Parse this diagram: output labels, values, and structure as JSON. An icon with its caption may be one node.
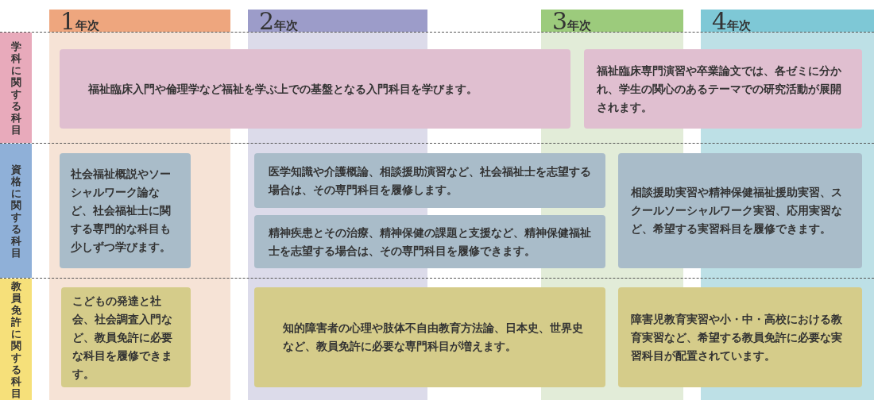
{
  "diagram": {
    "nodes": [
      {
        "text": [
          "1年次"
        ]
      },
      {
        "text": [
          "2年次"
        ]
      },
      {
        "text": [
          "3年次"
        ]
      },
      {
        "text": [
          "4年次"
        ]
      },
      {
        "text": [
          "学科に関する科目"
        ]
      },
      {
        "text": [
          "福祉臨床入門や倫理学など福祉を学ぶ上での基盤となる入門科目を学びます。"
        ]
      },
      {
        "text": [
          "福祉臨床専門演習や卒業論文では、各ゼミに分かれ、学生の関心のあるテーマでの研究活動が展開されます。"
        ]
      },
      {
        "text": [
          "資格に関する科目"
        ]
      },
      {
        "text": [
          "社会福祉概説やソーシャルワーク論など、社会福祉士に関する専門的な科目も少しずつ学びます。"
        ]
      },
      {
        "text": [
          "医学知識や介護概論、相談援助演習など、社会福祉士を志望する場合は、その専門科目を履修します。"
        ]
      },
      {
        "text": [
          "精神疾患とその治療、精神保健の課題と支援など、精神保健福祉士を志望する場合は、その専門科目を履修できます。"
        ]
      },
      {
        "text": [
          "相談援助実習や精神保健福祉援助実習、スクールソーシャルワーク実習、応用実習など、希望する実習科目を履修できます。"
        ]
      },
      {
        "text": [
          "教員免許に関する科目"
        ]
      },
      {
        "text": [
          "こどもの発達と社会、社会調査入門など、教員免許に必要な科目を履修できます。"
        ]
      },
      {
        "text": [
          "知的障害者の心理や肢体不自由教育方法論、日本史、世界史など、教員免許に必要な専門科目が増えます。"
        ]
      },
      {
        "text": [
          "障害児教育実習や小・中・高校における教育実習など、希望する教員免許に必要な実習科目が配置されています。"
        ]
      }
    ]
  }
}
